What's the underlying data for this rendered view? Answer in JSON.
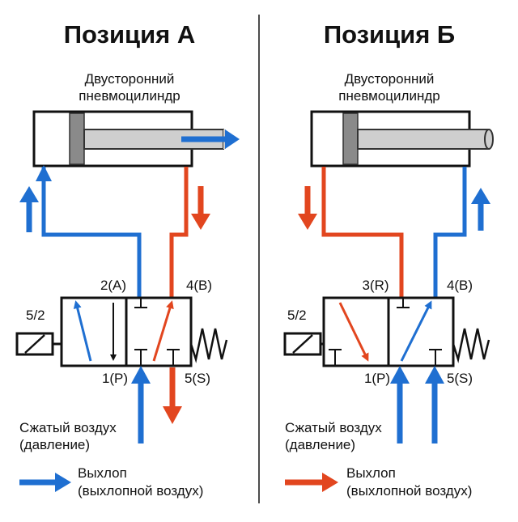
{
  "colors": {
    "blue": "#1f6fd1",
    "red": "#e2461f",
    "black": "#111111",
    "gray": "#cfcfcf",
    "darkgray": "#888888"
  },
  "left": {
    "title": "Позиция А",
    "cylinder_line1": "Двусторонний",
    "cylinder_line2": "пневмоцилиндр",
    "valve_type": "5/2",
    "port_a": "2(A)",
    "port_b": "4(B)",
    "port_p": "1(P)",
    "port_s": "5(S)",
    "supply_line1": "Сжатый воздух",
    "supply_line2": "(давление)",
    "legend_line1": "Выхлоп",
    "legend_line2": "(выхлопной воздух)"
  },
  "right": {
    "title": "Позиция Б",
    "cylinder_line1": "Двусторонний",
    "cylinder_line2": "пневмоцилиндр",
    "valve_type": "5/2",
    "port_r": "3(R)",
    "port_b": "4(B)",
    "port_p": "1(P)",
    "port_s": "5(S)",
    "supply_line1": "Сжатый воздух",
    "supply_line2": "(давление)",
    "legend_line1": "Выхлоп",
    "legend_line2": "(выхлопной воздух)"
  }
}
